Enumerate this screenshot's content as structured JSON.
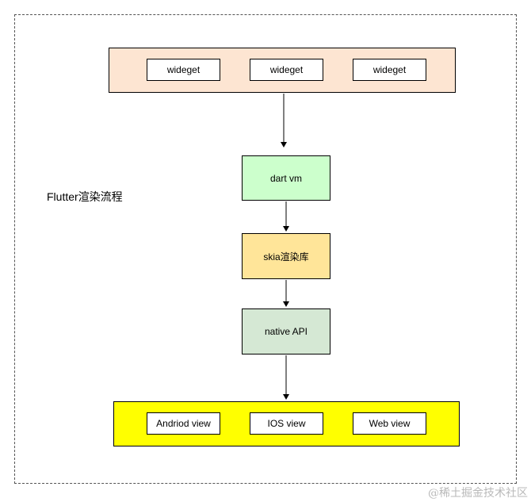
{
  "title": "Flutter渲染流程",
  "top_band": {
    "widgets": [
      "wideget",
      "wideget",
      "wideget"
    ]
  },
  "nodes": {
    "dart_vm": "dart vm",
    "skia": "skia渲染库",
    "native_api": "native  API"
  },
  "bottom_band": {
    "views": [
      "Andriod view",
      "IOS view",
      "Web view"
    ]
  },
  "watermark": "@稀土掘金技术社区",
  "colors": {
    "top_band": "#fde5d2",
    "dart_vm": "#ccffcc",
    "skia": "#ffe599",
    "native_api": "#d5e8d4",
    "bottom_band": "#ffff00"
  }
}
